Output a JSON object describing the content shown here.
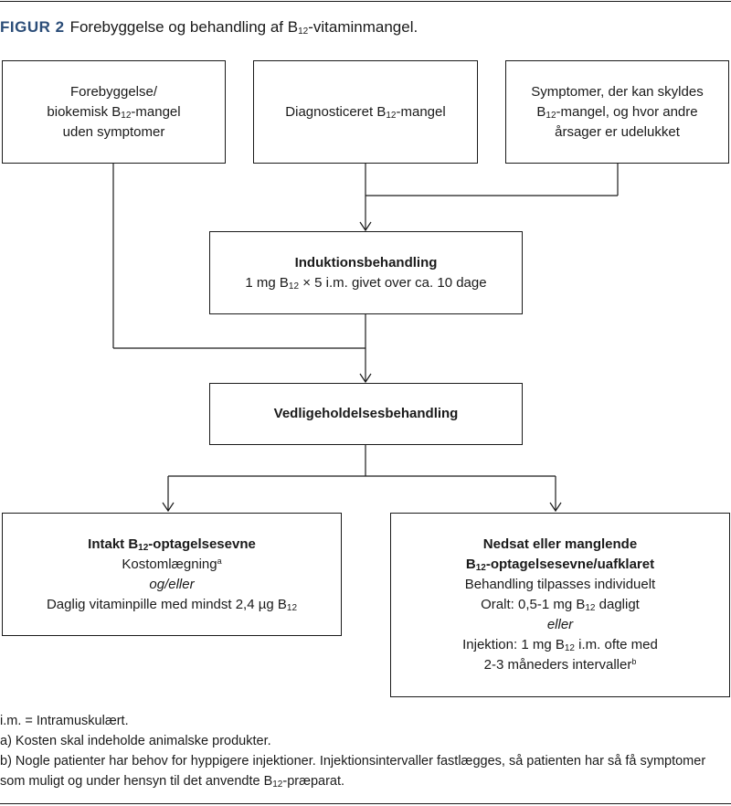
{
  "figure": {
    "label": "FIGUR 2",
    "title_pre": "Forebyggelse og behandling af B",
    "title_sub": "12",
    "title_post": "-vitaminmangel."
  },
  "box_prevention": {
    "line1": "Forebyggelse/",
    "line2_pre": "biokemisk B",
    "line2_sub": "12",
    "line2_post": "-mangel",
    "line3": "uden symptomer"
  },
  "box_diagnosed": {
    "text_pre": "Diagnosticeret B",
    "text_sub": "12",
    "text_post": "-mangel"
  },
  "box_symptoms": {
    "line1": "Symptomer, der kan skyldes",
    "line2_pre": "B",
    "line2_sub": "12",
    "line2_post": "-mangel, og hvor andre",
    "line3": "årsager er udelukket"
  },
  "box_induction": {
    "heading": "Induktionsbehandling",
    "line_pre": "1 mg B",
    "line_sub": "12",
    "line_post": " × 5 i.m. givet over ca. 10 dage"
  },
  "box_maintenance": {
    "heading": "Vedligeholdelsesbehandling"
  },
  "box_intact": {
    "heading_pre": "Intakt B",
    "heading_sub": "12",
    "heading_post": "-optagelsesevne",
    "line1": "Kostomlægning",
    "line1_sup": "a",
    "line2": "og/eller",
    "line3_pre": "Daglig vitaminpille med mindst 2,4 µg B",
    "line3_sub": "12"
  },
  "box_reduced": {
    "heading1": "Nedsat eller manglende",
    "heading2_pre": "B",
    "heading2_sub": "12",
    "heading2_post": "-optagelsesevne/uafklaret",
    "line1": "Behandling tilpasses individuelt",
    "line2_pre": "Oralt: 0,5-1 mg B",
    "line2_sub": "12",
    "line2_post": " dagligt",
    "line3": "eller",
    "line4_pre": "Injektion: 1 mg B",
    "line4_sub": "12",
    "line4_post": " i.m. ofte med",
    "line5": "2-3 måneders intervaller",
    "line5_sup": "b"
  },
  "notes": {
    "abbr": "i.m. = Intramuskulært.",
    "note_a": "a) Kosten skal indeholde animalske produkter.",
    "note_b_pre": "b) Nogle patienter har behov for hyppigere injektioner. Injektionsintervaller fastlægges, så patienten har så få symptomer som muligt og under hensyn til det anvendte B",
    "note_b_sub": "12",
    "note_b_post": "-præparat."
  }
}
